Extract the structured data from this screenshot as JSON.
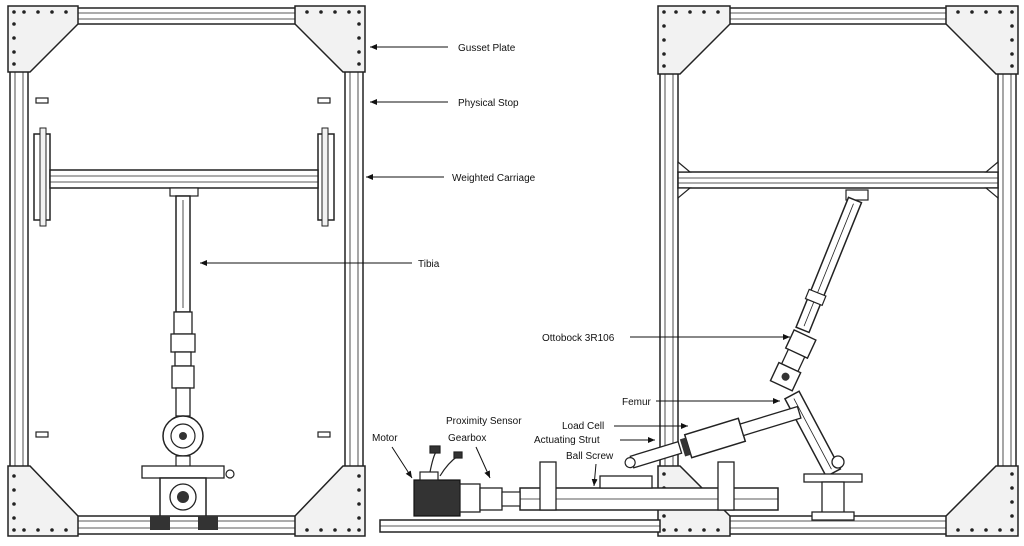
{
  "labels": {
    "gusset_plate": "Gusset Plate",
    "physical_stop": "Physical Stop",
    "weighted_carriage": "Weighted Carriage",
    "tibia": "Tibia",
    "ottobock": "Ottobock 3R106",
    "femur": "Femur",
    "motor": "Motor",
    "proximity_sensor": "Proximity Sensor",
    "gearbox": "Gearbox",
    "load_cell": "Load Cell",
    "actuating_strut": "Actuating Strut",
    "ball_screw": "Ball Screw"
  },
  "colors": {
    "line": "#222222",
    "plate_fill": "#f2f2f2",
    "dark_part": "#333333"
  }
}
